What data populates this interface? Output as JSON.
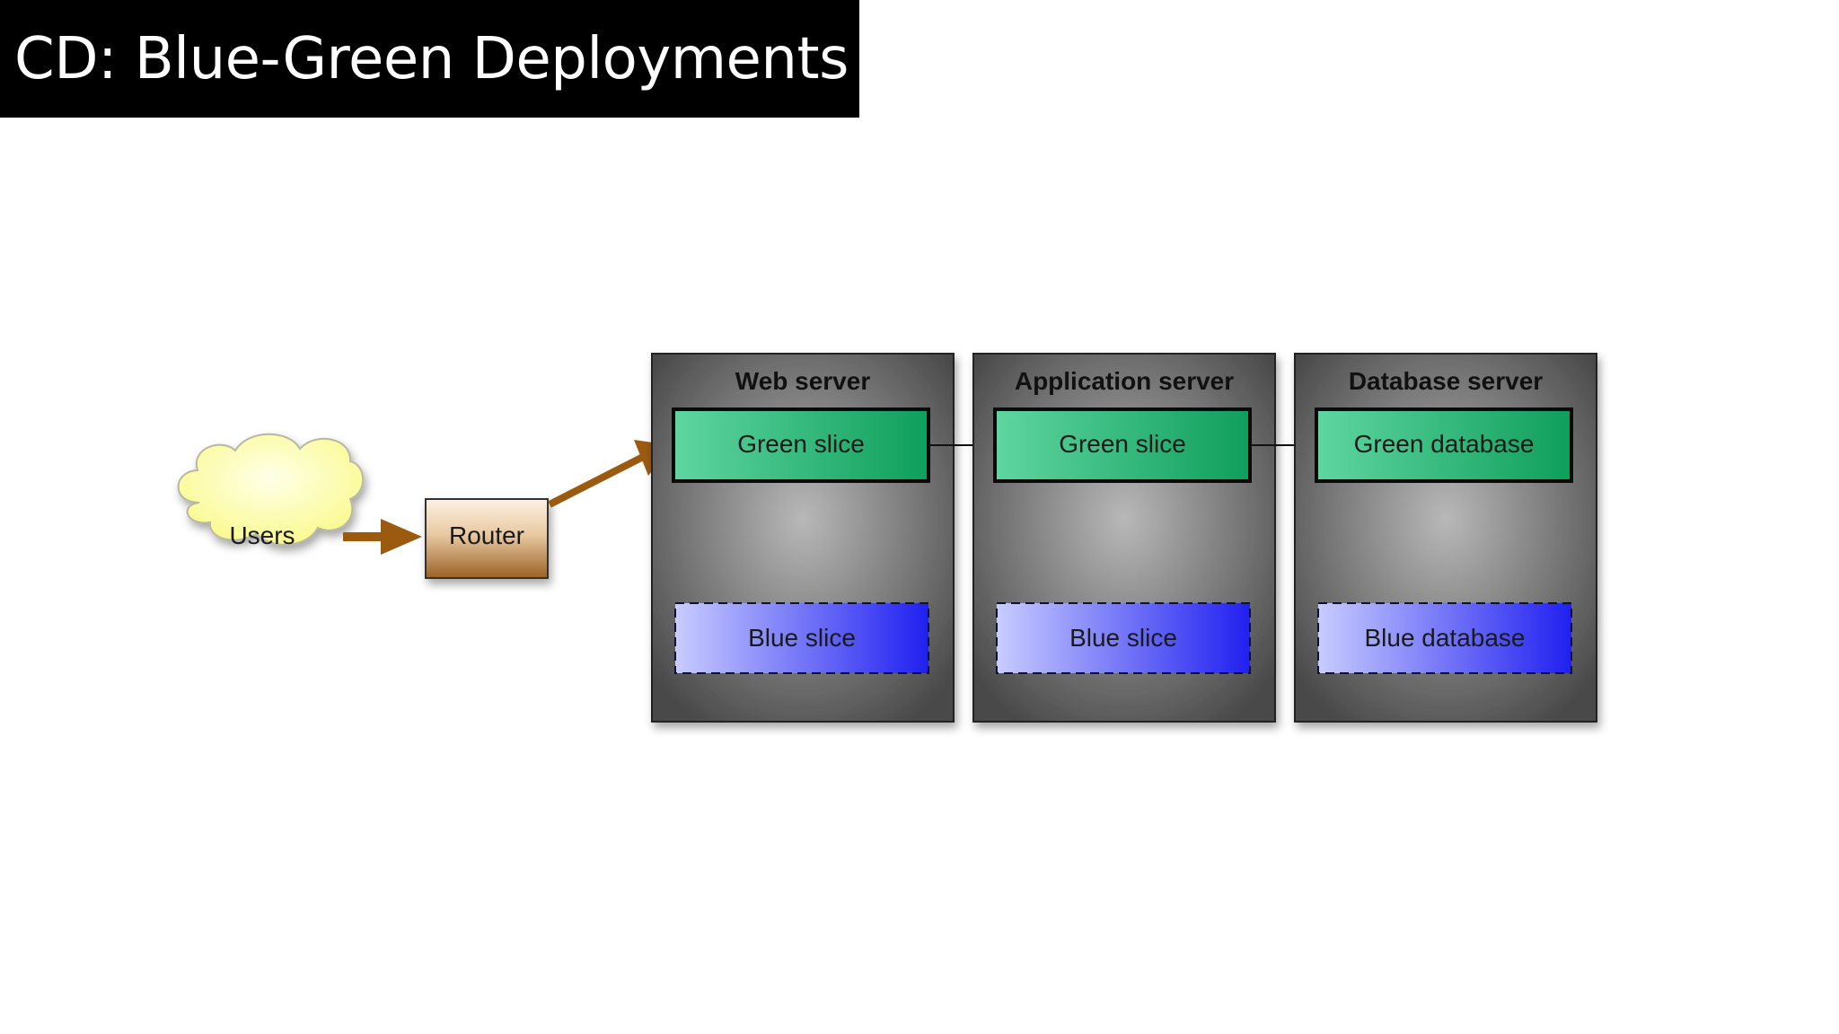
{
  "slide": {
    "title": "CD: Blue-Green Deployments"
  },
  "diagram": {
    "users_label": "Users",
    "router_label": "Router",
    "tiers": [
      {
        "header": "Web server",
        "green_label": "Green slice",
        "blue_label": "Blue slice"
      },
      {
        "header": "Application server",
        "green_label": "Green slice",
        "blue_label": "Blue slice"
      },
      {
        "header": "Database server",
        "green_label": "Green database",
        "blue_label": "Blue database"
      }
    ]
  },
  "colors": {
    "title_bg": "#000000",
    "title_text": "#ffffff",
    "cloud_fill": "#ffffa8",
    "router_top": "#fdf1e2",
    "router_bottom": "#9b6226",
    "route_arrow": "#9a5a10",
    "server_light": "#b8b8b8",
    "server_dark": "#4a4a4a",
    "green_light": "#5fd6a0",
    "green_dark": "#0f9e5c",
    "blue_light": "#c8ccff",
    "blue_dark": "#2020f0"
  }
}
